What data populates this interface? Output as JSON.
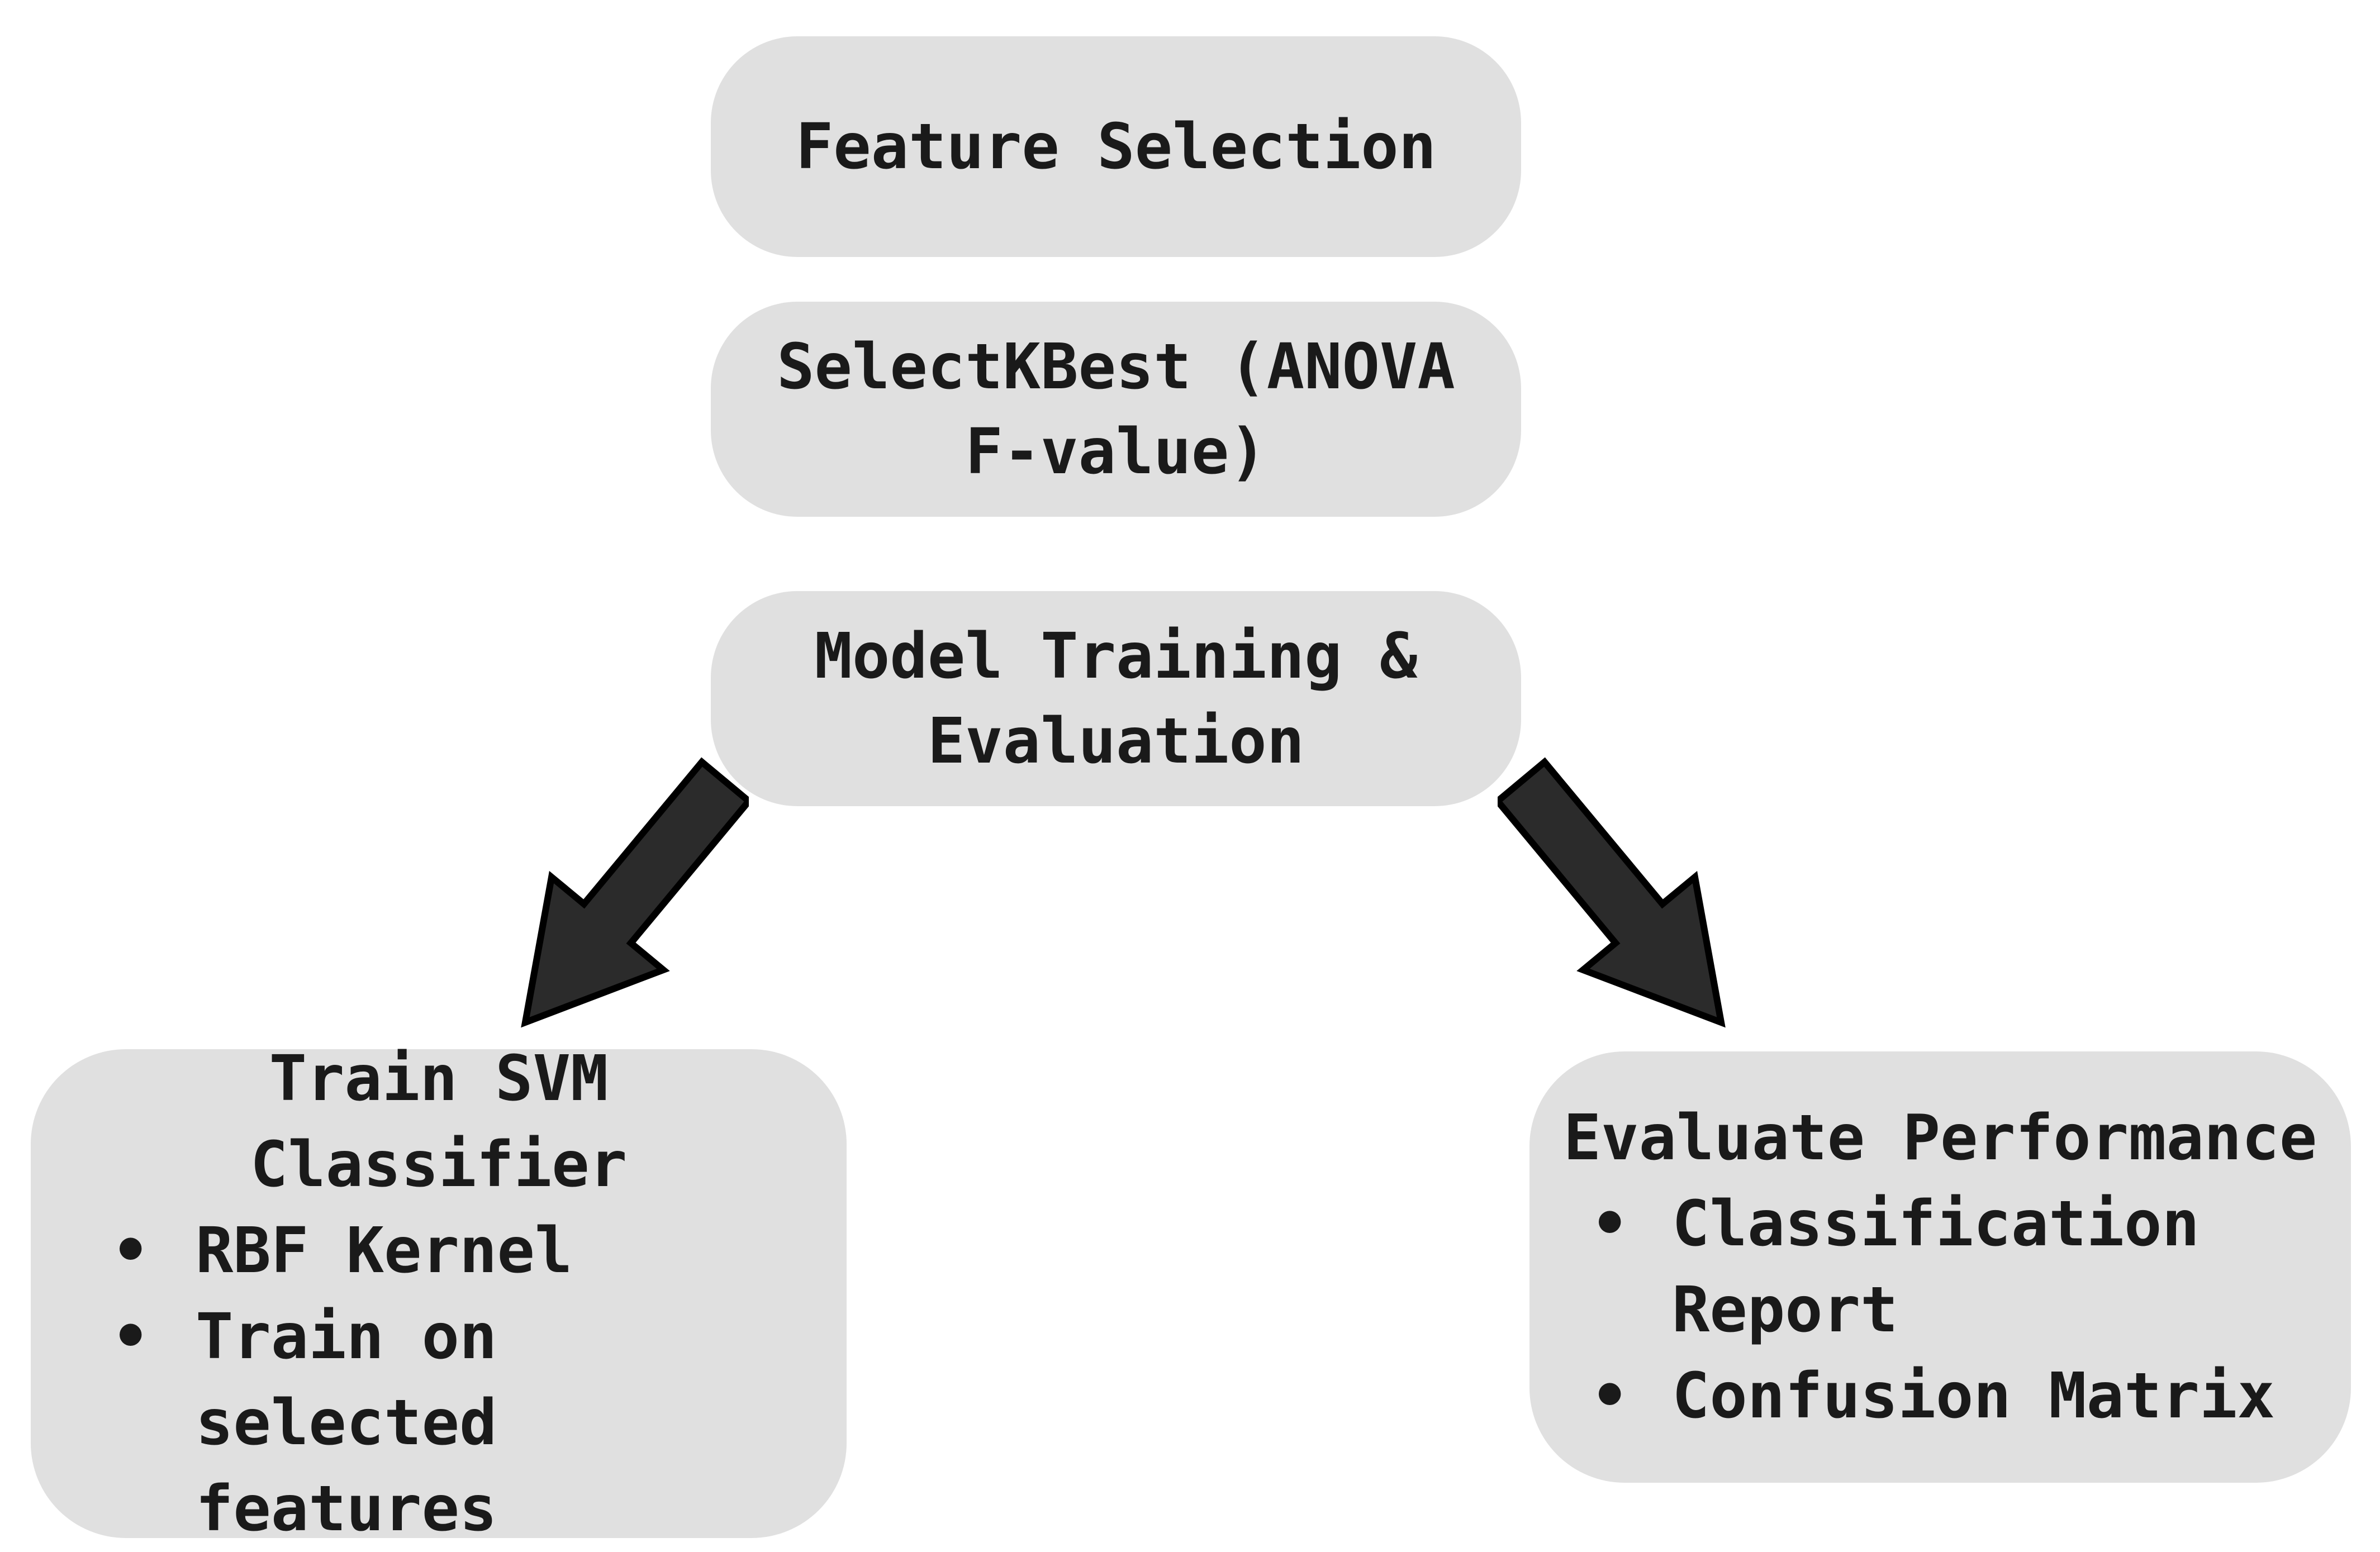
{
  "diagram": {
    "background": "#ffffff",
    "box_fill": "#e0e0e0",
    "text_color": "#1a1a1a",
    "arrow_fill": "#2b2b2b",
    "arrow_stroke": "#000000",
    "bullet_glyph": "•",
    "top_boxes": [
      {
        "name": "feature-selection",
        "lines": [
          "Feature Selection"
        ]
      },
      {
        "name": "select-k-best",
        "lines": [
          "SelectKBest (ANOVA",
          "F-value)"
        ]
      },
      {
        "name": "model-training-evaluation",
        "lines": [
          "Model Training &",
          "Evaluation"
        ]
      }
    ],
    "arrows": [
      {
        "name": "arrow-down-left",
        "direction": "down-left"
      },
      {
        "name": "arrow-down-right",
        "direction": "down-right"
      }
    ],
    "left_branch": {
      "title_lines": [
        "Train SVM",
        "Classifier"
      ],
      "bullets": [
        {
          "lines": [
            "RBF Kernel"
          ]
        },
        {
          "lines": [
            "Train on selected",
            "features"
          ]
        }
      ]
    },
    "right_branch": {
      "title_lines": [
        "Evaluate Performance"
      ],
      "bullets": [
        {
          "lines": [
            "Classification",
            "Report"
          ]
        },
        {
          "lines": [
            "Confusion Matrix"
          ]
        }
      ]
    }
  }
}
